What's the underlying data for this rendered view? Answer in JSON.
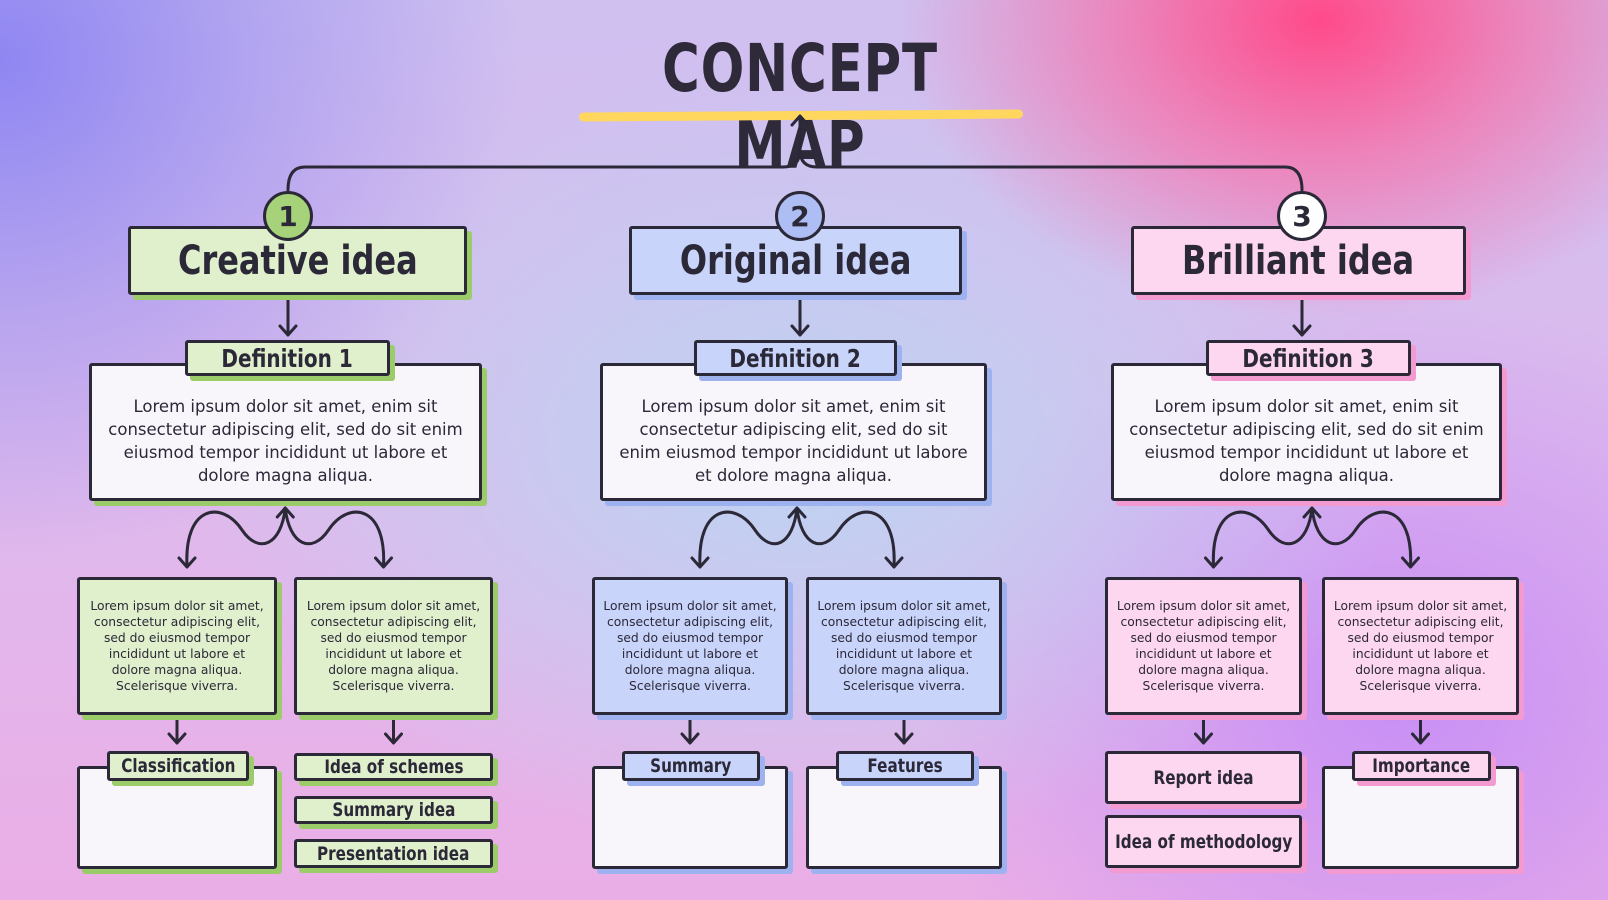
{
  "title": "CONCEPT MAP",
  "colors": {
    "green": "#e0efcc",
    "green_shadow": "#9ccc6a",
    "blue": "#c9d4fb",
    "blue_shadow": "#9fb2f0",
    "pink": "#fdd6ef",
    "pink_shadow": "#f39ad0",
    "ink": "#2b2838",
    "underline": "#ffd75e"
  },
  "columns": [
    {
      "number": "1",
      "heading": "Creative idea",
      "definition_label": "Definition 1",
      "definition_text": "Lorem ipsum dolor sit amet, enim sit consectetur adipiscing elit, sed do sit enim eiusmod tempor incididunt ut labore et dolore magna aliqua.",
      "sub": [
        {
          "text": "Lorem ipsum dolor sit amet, consectetur adipiscing elit, sed do eiusmod tempor incididunt ut labore et dolore magna aliqua. Scelerisque viverra.",
          "labels": [
            "Classification"
          ],
          "style": "tabbed"
        },
        {
          "text": "Lorem ipsum dolor sit amet, consectetur adipiscing elit, sed do eiusmod tempor incididunt ut labore et dolore magna aliqua. Scelerisque viverra.",
          "labels": [
            "Idea of schemes",
            "Summary idea",
            "Presentation idea"
          ],
          "style": "list3"
        }
      ]
    },
    {
      "number": "2",
      "heading": "Original idea",
      "definition_label": "Definition 2",
      "definition_text": "Lorem ipsum dolor sit amet, enim sit consectetur adipiscing elit, sed do sit enim eiusmod tempor incididunt ut labore et dolore magna aliqua.",
      "sub": [
        {
          "text": "Lorem ipsum dolor sit amet, consectetur adipiscing elit, sed do eiusmod tempor incididunt ut labore et dolore magna aliqua. Scelerisque viverra.",
          "labels": [
            "Summary"
          ],
          "style": "tabbed"
        },
        {
          "text": "Lorem ipsum dolor sit amet, consectetur adipiscing elit, sed do eiusmod tempor incididunt ut labore et dolore magna aliqua. Scelerisque viverra.",
          "labels": [
            "Features"
          ],
          "style": "tabbed"
        }
      ]
    },
    {
      "number": "3",
      "heading": "Brilliant idea",
      "definition_label": "Definition 3",
      "definition_text": "Lorem ipsum dolor sit amet, enim sit consectetur adipiscing elit, sed do sit enim eiusmod tempor incididunt ut labore et dolore magna aliqua.",
      "sub": [
        {
          "text": "Lorem ipsum dolor sit amet, consectetur adipiscing elit, sed do eiusmod tempor incididunt ut labore et dolore magna aliqua. Scelerisque viverra.",
          "labels": [
            "Report idea",
            "Idea of methodology"
          ],
          "style": "list2"
        },
        {
          "text": "Lorem ipsum dolor sit amet, consectetur adipiscing elit, sed do eiusmod tempor incididunt ut labore et dolore magna aliqua. Scelerisque viverra.",
          "labels": [
            "Importance"
          ],
          "style": "tabbed"
        }
      ]
    }
  ]
}
